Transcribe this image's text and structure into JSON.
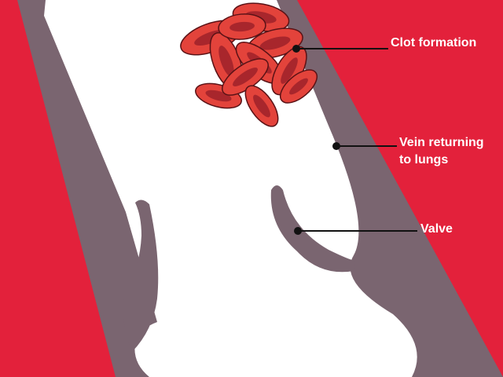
{
  "labels": {
    "clot": "Clot formation",
    "vein": [
      "Vein returning",
      "to lungs"
    ],
    "valve": "Valve"
  },
  "colors": {
    "background": "#e3213b",
    "vein_wall": "#7a6570",
    "vein_lumen": "#ffffff",
    "cell_fill": "#e3433b",
    "cell_center": "#a8262c",
    "cell_outline": "#5a1216",
    "pointer": "#111111"
  }
}
